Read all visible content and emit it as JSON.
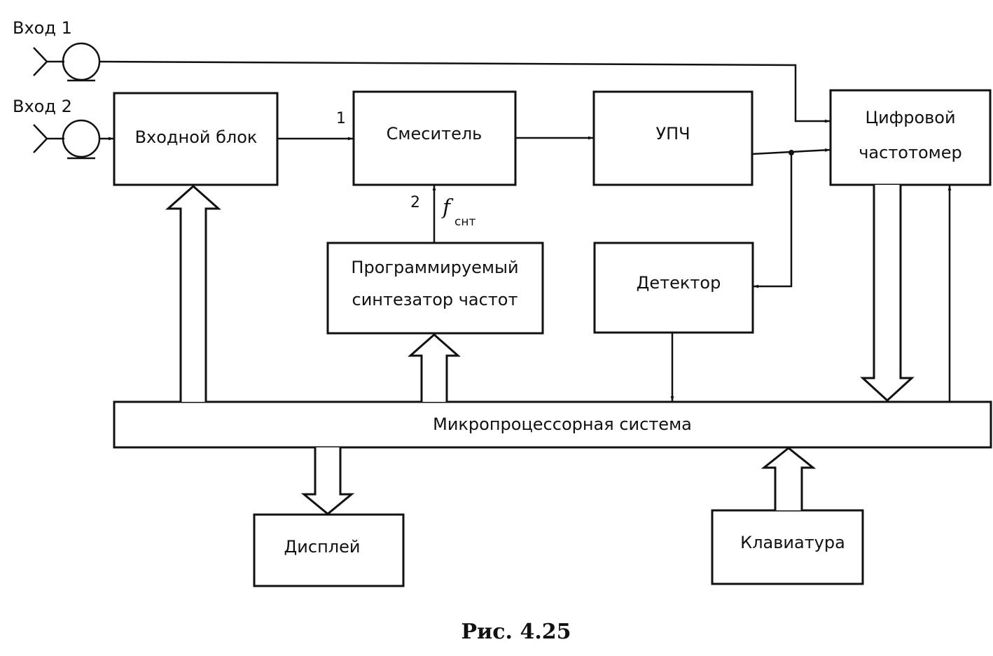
{
  "inputs": {
    "input1": "Вход 1",
    "input2": "Вход 2"
  },
  "blocks": {
    "input_block": "Входной блок",
    "mixer": "Смеситель",
    "if_amp": "УПЧ",
    "freq_counter": [
      "Цифровой",
      "частотомер"
    ],
    "synthesizer": [
      "Программируемый",
      "синтезатор частот"
    ],
    "detector": "Детектор",
    "microprocessor": "Микропроцессорная система",
    "display": "Дисплей",
    "keyboard": "Клавиатура"
  },
  "port_labels": {
    "mixer_input_1": "1",
    "mixer_input_2": "2",
    "synth_freq_symbol": "f",
    "synth_freq_subscript": "снт"
  },
  "caption": "Рис. 4.25"
}
